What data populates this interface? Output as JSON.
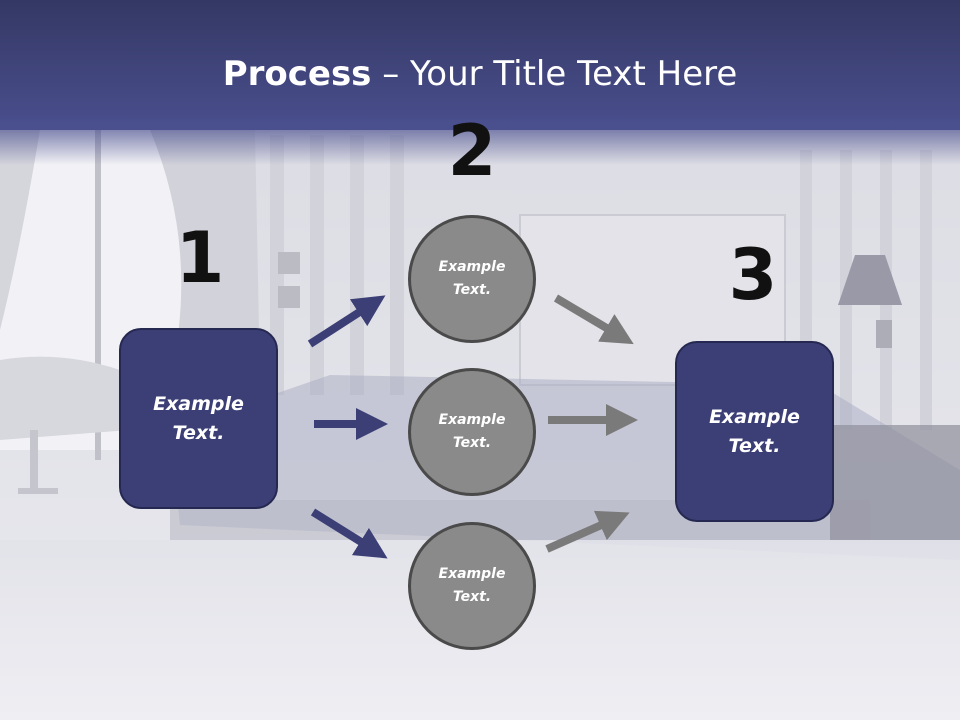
{
  "title": {
    "bold": "Process",
    "rest": " – Your Title Text Here"
  },
  "steps": {
    "one": "1",
    "two": "2",
    "three": "3"
  },
  "left_box": {
    "line1": "Example",
    "line2": "Text."
  },
  "right_box": {
    "line1": "Example",
    "line2": "Text."
  },
  "circles": [
    {
      "line1": "Example",
      "line2": "Text."
    },
    {
      "line1": "Example",
      "line2": "Text."
    },
    {
      "line1": "Example",
      "line2": "Text."
    }
  ],
  "colors": {
    "box": "#3b3f75",
    "circle": "#8a8a8a",
    "arrow_dark": "#3b3f75",
    "arrow_gray": "#7a7a7a",
    "header": "#4a4f8e"
  }
}
